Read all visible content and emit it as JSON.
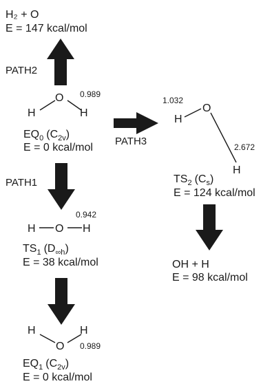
{
  "top": {
    "species": "H₂ + O",
    "energy": "E = 147 kcal/mol"
  },
  "paths": {
    "path1": "PATH1",
    "path2": "PATH2",
    "path3": "PATH3"
  },
  "eq0": {
    "atoms": {
      "o": "O",
      "h1": "H",
      "h2": "H"
    },
    "bond_length": "0.989",
    "label_main": "EQ",
    "label_sub": "0",
    "label_sym_main": "(C",
    "label_sym_sub": "2v",
    "label_sym_close": ")",
    "energy": "E = 0 kcal/mol"
  },
  "ts1": {
    "atoms": {
      "o": "O",
      "h1": "H",
      "h2": "H"
    },
    "bond_length": "0.942",
    "label_main": "TS",
    "label_sub": "1",
    "label_sym_main": "(D",
    "label_sym_sub": "∞h",
    "label_sym_close": ")",
    "energy": "E = 38 kcal/mol"
  },
  "eq1": {
    "atoms": {
      "o": "O",
      "h1": "H",
      "h2": "H"
    },
    "bond_length": "0.989",
    "label_main": "EQ",
    "label_sub": "1",
    "label_sym_main": "(C",
    "label_sym_sub": "2v",
    "label_sym_close": ")",
    "energy": "E = 0 kcal/mol"
  },
  "ts2": {
    "atoms": {
      "o": "O",
      "h1": "H",
      "h2": "H"
    },
    "bond_length_short": "1.032",
    "bond_length_long": "2.672",
    "label_main": "TS",
    "label_sub": "2",
    "label_sym": "(C",
    "label_sym_sub": "s",
    "label_sym_close": ")",
    "energy": "E = 124 kcal/mol"
  },
  "products": {
    "species": "OH + H",
    "energy": "E = 98 kcal/mol"
  }
}
